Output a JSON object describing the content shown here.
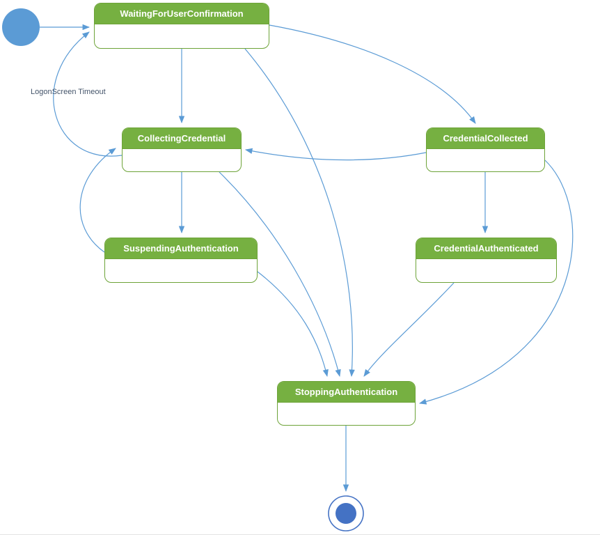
{
  "diagram": {
    "type": "uml-state-machine",
    "states": [
      {
        "id": "initial",
        "kind": "initial",
        "label": ""
      },
      {
        "id": "waiting",
        "kind": "state",
        "label": "WaitingForUserConfirmation"
      },
      {
        "id": "collecting",
        "kind": "state",
        "label": "CollectingCredential"
      },
      {
        "id": "collected",
        "kind": "state",
        "label": "CredentialCollected"
      },
      {
        "id": "suspending",
        "kind": "state",
        "label": "SuspendingAuthentication"
      },
      {
        "id": "authenticated",
        "kind": "state",
        "label": "CredentialAuthenticated"
      },
      {
        "id": "stopping",
        "kind": "state",
        "label": "StoppingAuthentication"
      },
      {
        "id": "final",
        "kind": "final",
        "label": ""
      }
    ],
    "transitions": [
      {
        "from": "initial",
        "to": "WaitingForUserConfirmation",
        "label": ""
      },
      {
        "from": "WaitingForUserConfirmation",
        "to": "CollectingCredential",
        "label": ""
      },
      {
        "from": "CollectingCredential",
        "to": "SuspendingAuthentication",
        "label": ""
      },
      {
        "from": "WaitingForUserConfirmation",
        "to": "CredentialCollected",
        "label": ""
      },
      {
        "from": "CredentialCollected",
        "to": "CollectingCredential",
        "label": ""
      },
      {
        "from": "CredentialCollected",
        "to": "CredentialAuthenticated",
        "label": ""
      },
      {
        "from": "CollectingCredential",
        "to": "WaitingForUserConfirmation",
        "label": "LogonScreen Timeout"
      },
      {
        "from": "SuspendingAuthentication",
        "to": "CollectingCredential",
        "label": ""
      },
      {
        "from": "WaitingForUserConfirmation",
        "to": "StoppingAuthentication",
        "label": ""
      },
      {
        "from": "CollectingCredential",
        "to": "StoppingAuthentication",
        "label": ""
      },
      {
        "from": "SuspendingAuthentication",
        "to": "StoppingAuthentication",
        "label": ""
      },
      {
        "from": "CredentialAuthenticated",
        "to": "StoppingAuthentication",
        "label": ""
      },
      {
        "from": "CredentialCollected",
        "to": "StoppingAuthentication",
        "label": ""
      },
      {
        "from": "StoppingAuthentication",
        "to": "final",
        "label": ""
      }
    ],
    "colors": {
      "state_fill": "#76b041",
      "state_border": "#6da338",
      "state_text": "#ffffff",
      "edge": "#5b9bd5",
      "initial_fill": "#5b9bd5",
      "final_fill": "#4472c4",
      "final_ring": "#4472c4",
      "label_text": "#44546a",
      "background": "#ffffff"
    }
  }
}
